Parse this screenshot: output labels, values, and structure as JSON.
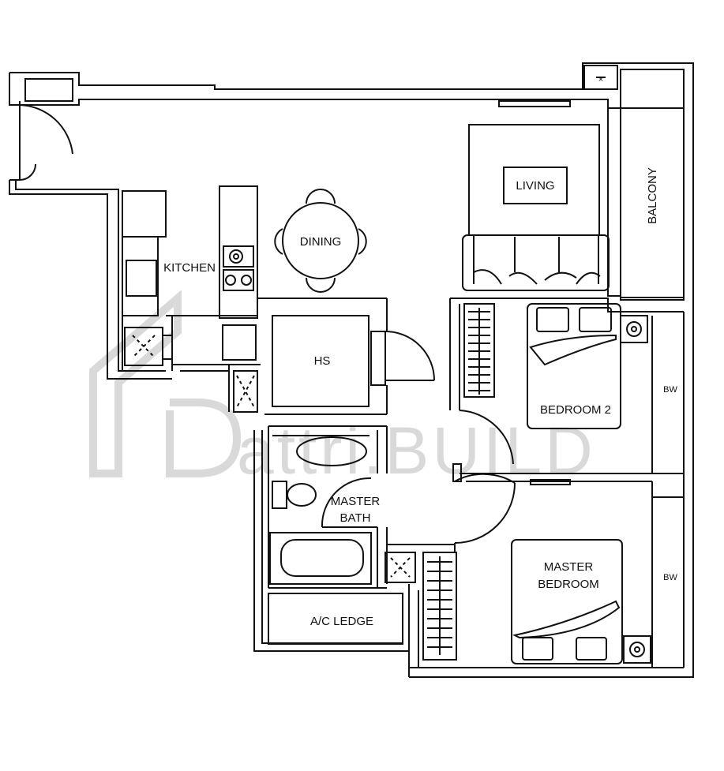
{
  "rooms": {
    "living": "LIVING",
    "balcony": "BALCONY",
    "dining": "DINING",
    "kitchen": "KITCHEN",
    "hs": "HS",
    "bedroom2": "BEDROOM 2",
    "bw_upper": "BW",
    "bw_lower": "BW",
    "master_bath_line1": "MASTER",
    "master_bath_line2": "BATH",
    "master_bedroom_line1": "MASTER",
    "master_bedroom_line2": "BEDROOM",
    "ac_ledge": "A/C LEDGE"
  },
  "watermark": "attri.BUILD",
  "colors": {
    "line": "#111111",
    "watermark": "#d9d9d9",
    "background": "#ffffff"
  }
}
